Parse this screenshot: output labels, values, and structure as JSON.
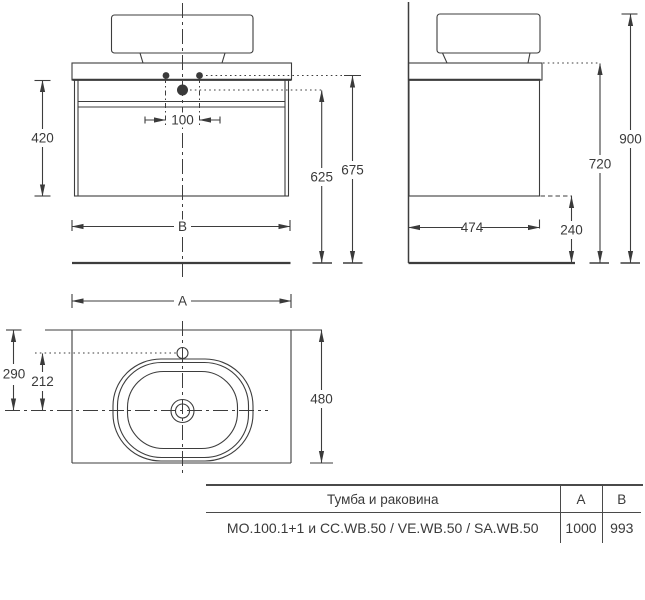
{
  "views": {
    "front": {
      "title": "front view of vanity with vessel basin",
      "dims": {
        "cabinet_height": "420",
        "faucet_hole_spacing": "100",
        "width": "B",
        "basin_drain_height": "625",
        "countertop_height": "675"
      }
    },
    "side": {
      "title": "side view of vanity",
      "dims": {
        "depth": "474",
        "bottom_clearance": "240",
        "countertop_height": "720",
        "total_height": "900"
      }
    },
    "top": {
      "title": "top view of countertop with oval basin",
      "dims": {
        "width": "A",
        "drain_offset": "290",
        "faucet_to_drain": "212",
        "depth": "480"
      }
    }
  },
  "table": {
    "header": {
      "product": "Тумба и раковина",
      "col_a": "A",
      "col_b": "B"
    },
    "rows": [
      {
        "product": "MO.100.1+1 и CC.WB.50 / VE.WB.50 / SA.WB.50",
        "a": "1000",
        "b": "993"
      }
    ]
  },
  "colors": {
    "line": "#3d3d3d",
    "text": "#3a3a3a",
    "background": "#ffffff"
  }
}
